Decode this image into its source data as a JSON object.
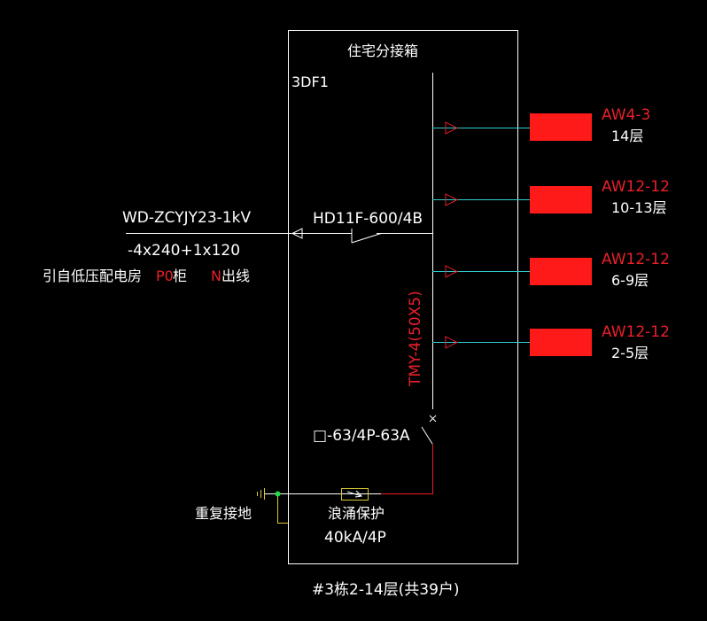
{
  "colors": {
    "background": "#000000",
    "line_white": "#ffffff",
    "text_white": "#ffffff",
    "text_red": "#e8202a",
    "bus_cyan": "#33cccc",
    "box_red": "#ff1a1a",
    "earth_yellow": "#d9c830",
    "node_green": "#22dd44"
  },
  "panel": {
    "title": "住宅分接箱",
    "id": "3DF1",
    "footer": "#3栋2-14层(共39户)"
  },
  "incoming": {
    "cable": "WD-ZCYJY23-1kV",
    "spec": "-4x240+1x120",
    "source_prefix": "引自低压配电房",
    "source_cabinet": "P0",
    "source_mid": "柜",
    "source_line": "N",
    "source_suffix": "出线"
  },
  "main_switch": "HD11F-600/4B",
  "busbar": "TMY-4(50X5)",
  "spd_breaker": "□-63/4P-63A",
  "spd": {
    "label": "浪涌保护",
    "rating": "40kA/4P"
  },
  "earthing": "重复接地",
  "outgoing": [
    {
      "name": "AW4-3",
      "floors": "14层"
    },
    {
      "name": "AW12-12",
      "floors": "10-13层"
    },
    {
      "name": "AW12-12",
      "floors": "6-9层"
    },
    {
      "name": "AW12-12",
      "floors": "2-5层"
    }
  ]
}
